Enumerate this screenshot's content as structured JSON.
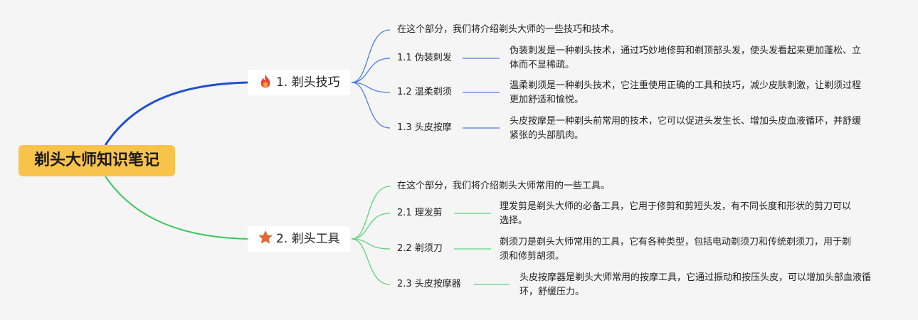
{
  "root": {
    "label": "剃头大师知识笔记"
  },
  "branches": [
    {
      "label": "1. 剃头技巧",
      "icon": "fire-icon",
      "intro": "在这个部分，我们将介绍剃头大师的一些技巧和技术。",
      "children": [
        {
          "label": "1.1 伪装刺发",
          "desc": "伪装刺发是一种剃头技术，通过巧妙地修剪和剃顶部头发，使头发看起来更加蓬松、立体而不显稀疏。"
        },
        {
          "label": "1.2 温柔剃须",
          "desc": "温柔剃须是一种剃头技术，它注重使用正确的工具和技巧，减少皮肤刺激，让剃须过程更加舒适和愉悦。"
        },
        {
          "label": "1.3 头皮按摩",
          "desc": "头皮按摩是一种剃头前常用的技术，它可以促进头发生长、增加头皮血液循环，并舒缓紧张的头部肌肉。"
        }
      ]
    },
    {
      "label": "2. 剃头工具",
      "icon": "star-icon",
      "intro": "在这个部分，我们将介绍剃头大师常用的一些工具。",
      "children": [
        {
          "label": "2.1 理发剪",
          "desc": "理发剪是剃头大师的必备工具，它用于修剪和剪短头发，有不同长度和形状的剪刀可以选择。"
        },
        {
          "label": "2.2 剃须刀",
          "desc": "剃须刀是剃头大师常用的工具，它有各种类型，包括电动剃须刀和传统剃须刀，用于剃须和修剪胡须。"
        },
        {
          "label": "2.3 头皮按摩器",
          "desc": "头皮按摩器是剃头大师常用的按摩工具，它通过振动和按压头皮，可以增加头部血液循环，舒缓压力。"
        }
      ]
    }
  ],
  "colors": {
    "root_bg": "#f7c34a",
    "branch1_line": "#1f4fd6",
    "branch1_sub": "#4a7fe0",
    "branch2_line": "#3cc65a",
    "branch2_sub": "#5ed47a",
    "background": "#f5f5f5"
  }
}
